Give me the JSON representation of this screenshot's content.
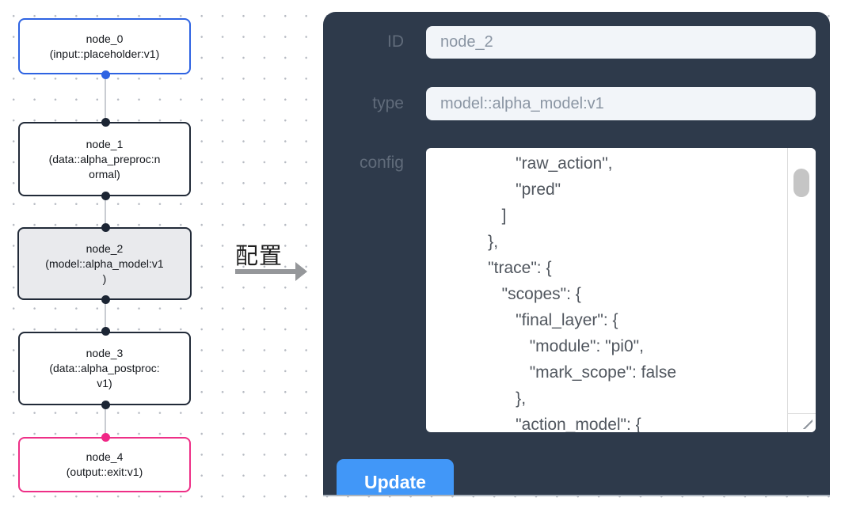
{
  "canvas": {
    "nodes": [
      {
        "name": "node_0",
        "type": "input::placeholder:v1",
        "lines": [
          "node_0",
          "(input::placeholder:v1)"
        ],
        "selected": false
      },
      {
        "name": "node_1",
        "type": "data::alpha_preproc:normal",
        "lines": [
          "node_1",
          "(data::alpha_preproc:n",
          "ormal)"
        ],
        "selected": false
      },
      {
        "name": "node_2",
        "type": "model::alpha_model:v1",
        "lines": [
          "node_2",
          "(model::alpha_model:v1",
          ")"
        ],
        "selected": true
      },
      {
        "name": "node_3",
        "type": "data::alpha_postproc:v1",
        "lines": [
          "node_3",
          "(data::alpha_postproc:",
          "v1)"
        ],
        "selected": false
      },
      {
        "name": "node_4",
        "type": "output::exit:v1",
        "lines": [
          "node_4",
          "(output::exit:v1)"
        ],
        "selected": false
      }
    ],
    "annotation_label": "配置"
  },
  "panel": {
    "id_label": "ID",
    "id_value": "node_2",
    "type_label": "type",
    "type_value": "model::alpha_model:v1",
    "config_label": "config",
    "config_lines": [
      "                 \"raw_action\",",
      "                 \"pred\"",
      "              ]",
      "           },",
      "           \"trace\": {",
      "              \"scopes\": {",
      "                 \"final_layer\": {",
      "                    \"module\": \"pi0\",",
      "                    \"mark_scope\": false",
      "                 },",
      "                 \"action_model\": {"
    ],
    "update_label": "Update"
  },
  "colors": {
    "panel_bg": "#2e3a4b",
    "button_blue": "#4197f8",
    "node_default_border": "#212a38",
    "node_input_border": "#2e63e2",
    "node_output_border": "#ee2f87",
    "node_selected_fill": "#e9eaed",
    "edge_gray": "#c9ccd2",
    "input_field_bg": "#f2f5f9",
    "input_text_gray": "#8a95a3",
    "label_gray": "#606b7a"
  }
}
